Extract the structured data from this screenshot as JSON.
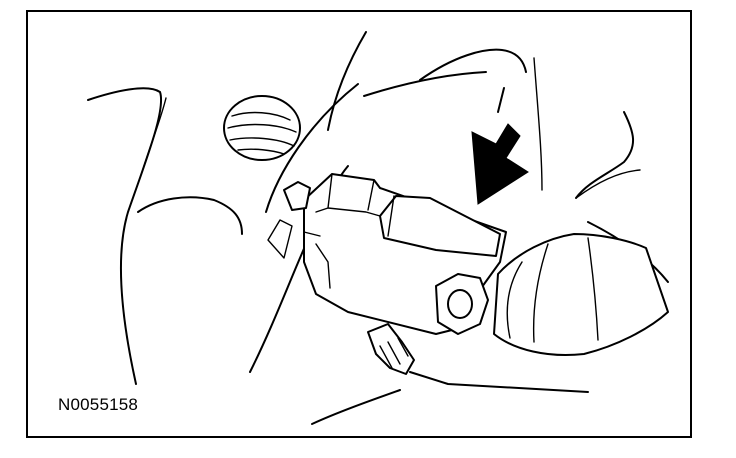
{
  "figure": {
    "id_label": "N0055158",
    "line_color": "#000000",
    "background_color": "#ffffff"
  },
  "parts": [
    {
      "name": "electrical-connector",
      "icon": "connector-shape"
    },
    {
      "name": "cable-boot",
      "icon": "boot-shape"
    },
    {
      "name": "grommet",
      "icon": "grommet-shape"
    },
    {
      "name": "pointer-arrow",
      "icon": "arrow-down-left"
    }
  ]
}
